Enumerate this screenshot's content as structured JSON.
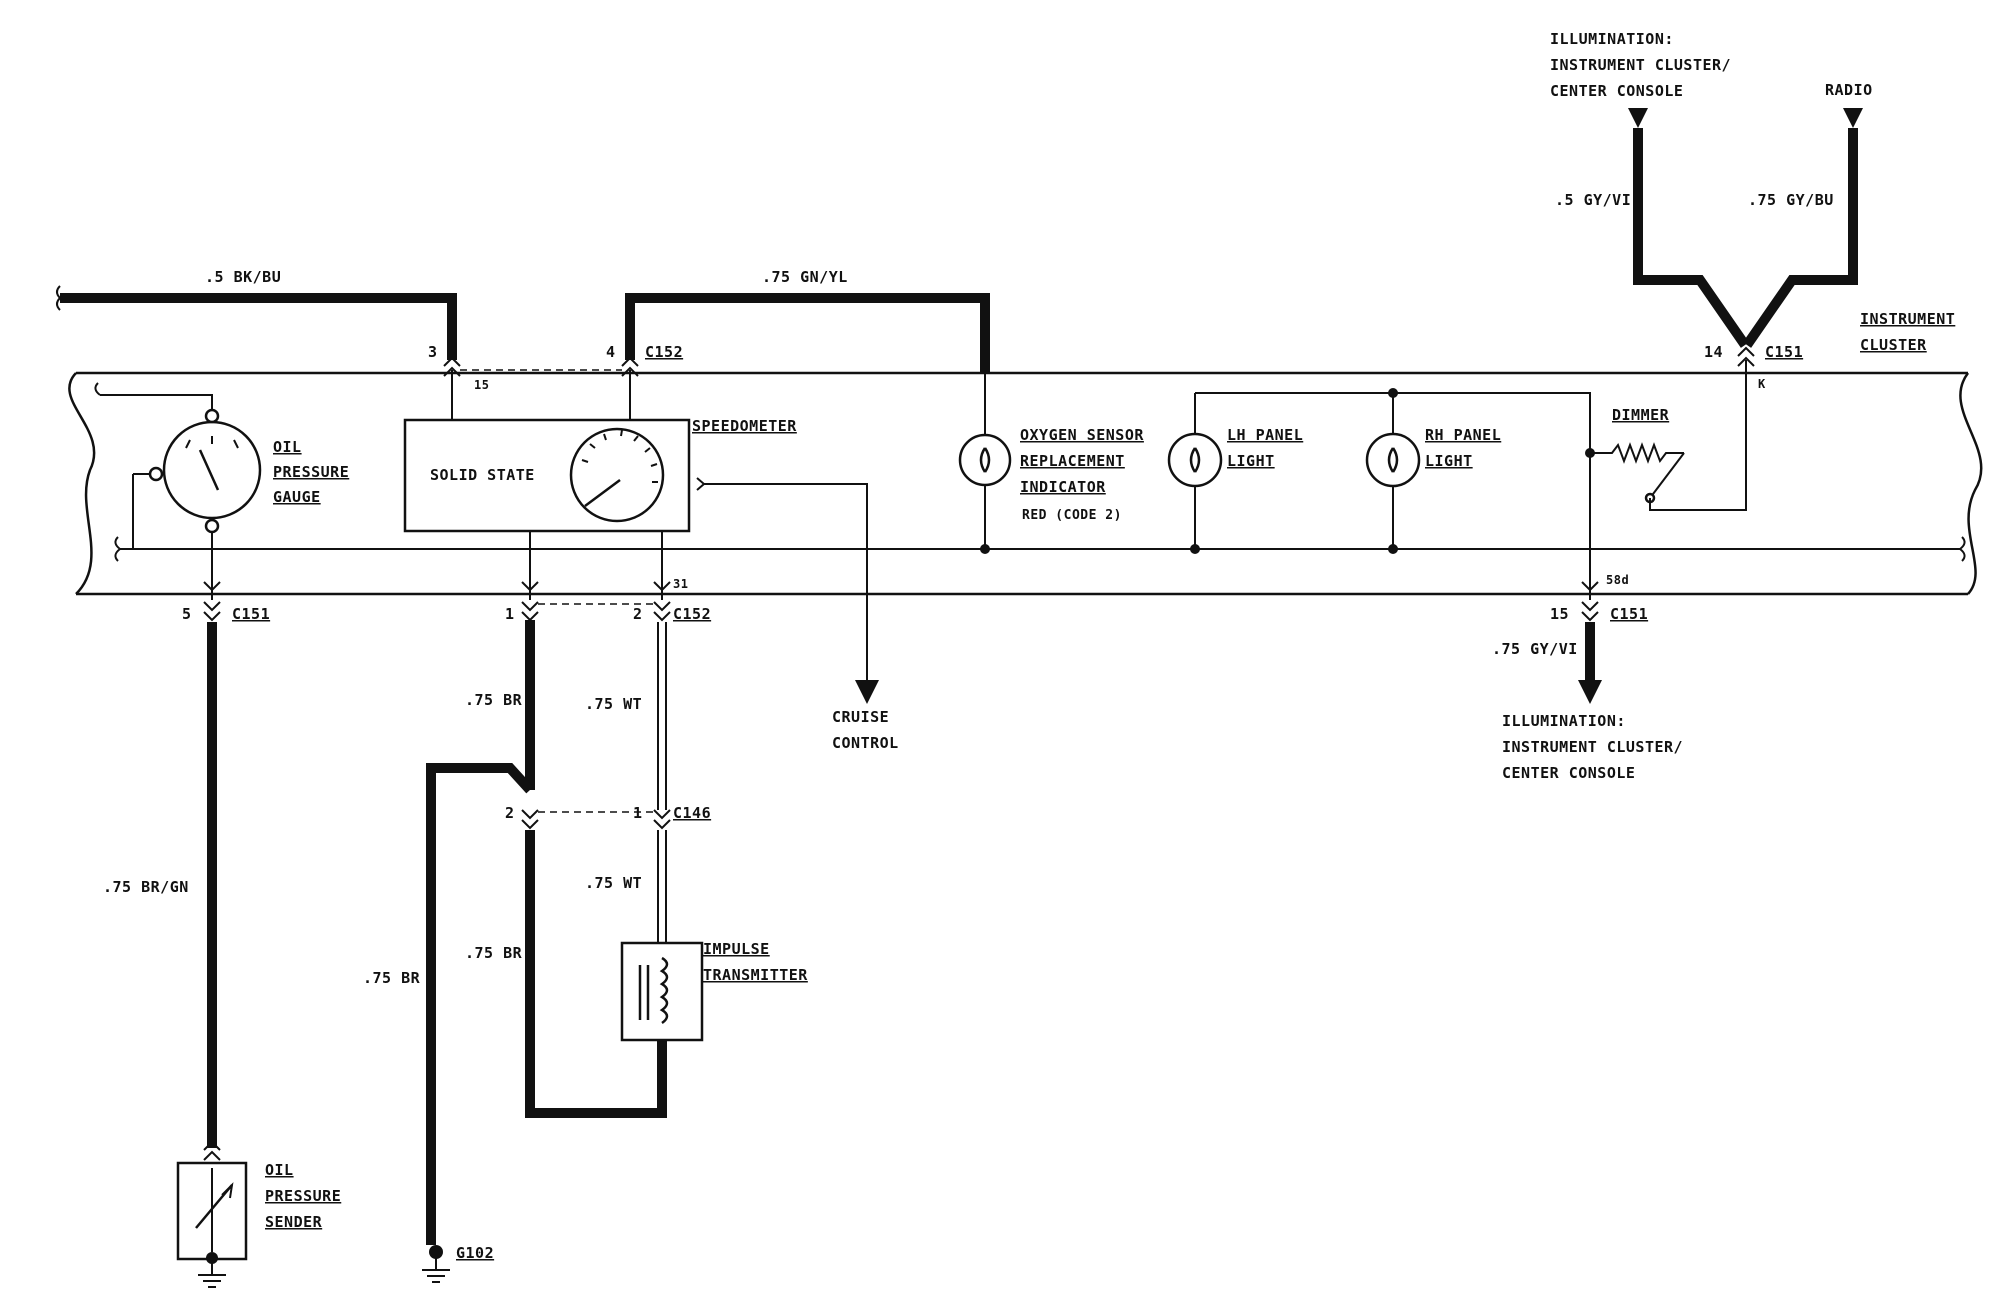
{
  "wire_colors": {
    "bk_bu": ".5 BK/BU",
    "gn_yl": ".75 GN/YL",
    "gy_vi_top": ".5 GY/VI",
    "gy_bu": ".75 GY/BU",
    "br_gn": ".75 BR/GN",
    "br_1": ".75 BR",
    "wt_1": ".75 WT",
    "wt_2": ".75 WT",
    "br_2": ".75 BR",
    "br_3": ".75 BR",
    "gy_vi_bottom": ".75 GY/VI"
  },
  "connectors": {
    "c152_top": "C152",
    "c151_top": "C151",
    "c151_left": "C151",
    "c152_bottom": "C152",
    "c146": "C146",
    "c151_right": "C151",
    "g102": "G102"
  },
  "pins": {
    "p3": "3",
    "p4": "4",
    "p15_inner": "15",
    "p14": "14",
    "pK": "K",
    "p5": "5",
    "p1": "1",
    "p2": "2",
    "p31": "31",
    "p2_c146": "2",
    "p1_c146": "1",
    "p58d": "58d",
    "p15": "15"
  },
  "labels": {
    "illum_top": [
      "ILLUMINATION:",
      "INSTRUMENT CLUSTER/",
      "CENTER CONSOLE"
    ],
    "radio": "RADIO",
    "instrument_cluster": [
      "INSTRUMENT",
      "CLUSTER"
    ],
    "oil_gauge": [
      "OIL",
      "PRESSURE",
      "GAUGE"
    ],
    "solid_state": "SOLID STATE",
    "speedometer": "SPEEDOMETER",
    "oxygen": [
      "OXYGEN SENSOR",
      "REPLACEMENT",
      "INDICATOR"
    ],
    "red_code": "RED (CODE 2)",
    "lh_panel": [
      "LH PANEL",
      "LIGHT"
    ],
    "rh_panel": [
      "RH PANEL",
      "LIGHT"
    ],
    "dimmer": "DIMMER",
    "cruise": [
      "CRUISE",
      "CONTROL"
    ],
    "illum_bottom": [
      "ILLUMINATION:",
      "INSTRUMENT CLUSTER/",
      "CENTER CONSOLE"
    ],
    "impulse": [
      "IMPULSE",
      "TRANSMITTER"
    ],
    "oil_sender": [
      "OIL",
      "PRESSURE",
      "SENDER"
    ]
  }
}
